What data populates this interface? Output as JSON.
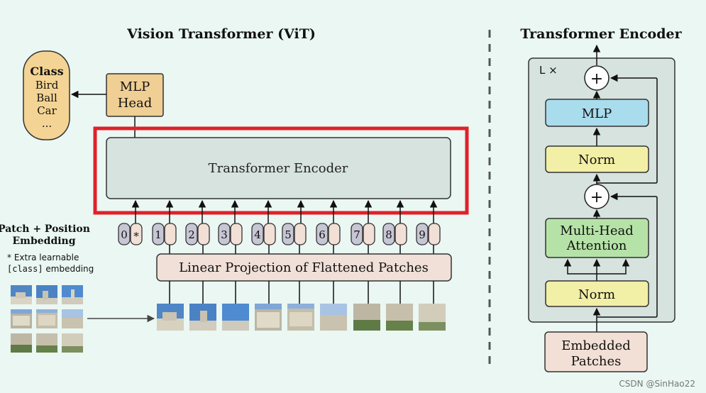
{
  "vit": {
    "title": "Vision Transformer (ViT)",
    "class_box": {
      "heading": "Class",
      "items": [
        "Bird",
        "Ball",
        "Car",
        "..."
      ]
    },
    "mlp_head": [
      "MLP",
      "Head"
    ],
    "encoder_label": "Transformer Encoder",
    "embedding_label": [
      "Patch + Position",
      "Embedding"
    ],
    "extra_note": {
      "line1": "* Extra learnable",
      "code": "[class]",
      "rest": " embedding"
    },
    "tokens": [
      "0",
      "1",
      "2",
      "3",
      "4",
      "5",
      "6",
      "7",
      "8",
      "9"
    ],
    "class_token_mark": "*",
    "projection_label": "Linear Projection of Flattened Patches"
  },
  "encoder": {
    "title": "Transformer Encoder",
    "repeat_label": "L ×",
    "add_symbol": "+",
    "mlp_label": "MLP",
    "norm_label": "Norm",
    "attention_label": [
      "Multi-Head",
      "Attention"
    ],
    "input_label": [
      "Embedded",
      "Patches"
    ]
  },
  "watermark": "CSDN @SinHao22",
  "colors": {
    "background": "#eaf7f3",
    "encoder_fill": "#d6e3de",
    "highlight": "#e0202a",
    "class_fill": "#f4d494",
    "mlp_head_fill": "#f0cf95",
    "token_fill": "#c7c6d4",
    "embed_fill": "#f2dfd5",
    "projection_fill": "#f1e0d8",
    "norm_fill": "#f2efa6",
    "mlp_fill": "#a9dced",
    "attention_fill": "#b5e3a7"
  }
}
